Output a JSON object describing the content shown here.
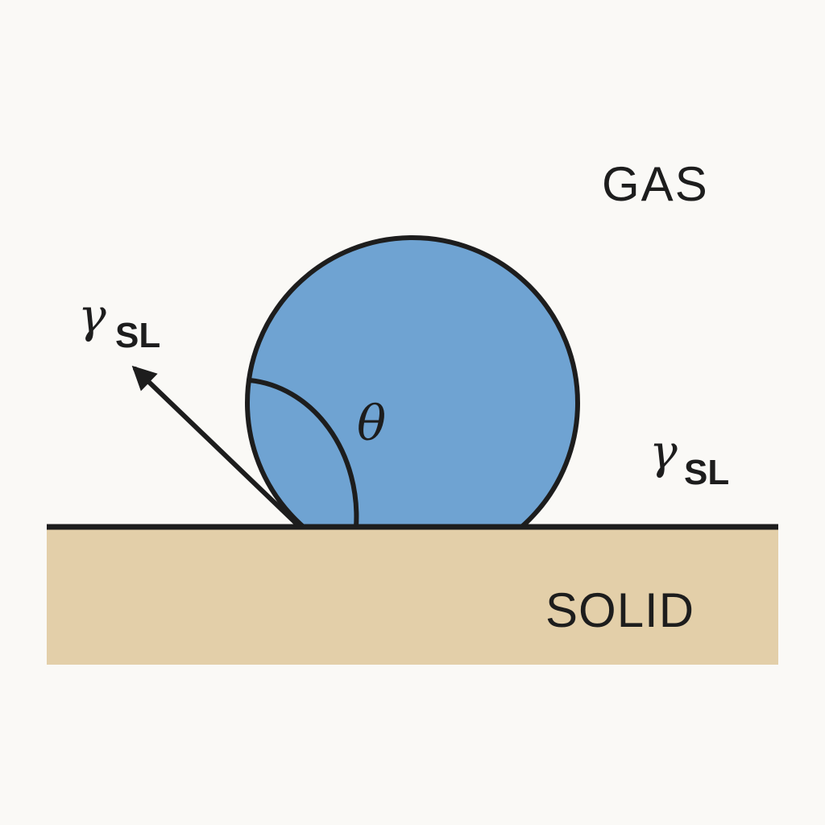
{
  "labels": {
    "gas": "GAS",
    "solid": "SOLID",
    "theta": "θ",
    "gamma_left": {
      "symbol": "γ",
      "subscript": "SL"
    },
    "gamma_right": {
      "symbol": "γ",
      "subscript": "SL"
    }
  },
  "colors": {
    "background": "#faf9f6",
    "droplet": "#6fa3d2",
    "solid": "#e3cfa9",
    "ink": "#1d1d1d"
  }
}
